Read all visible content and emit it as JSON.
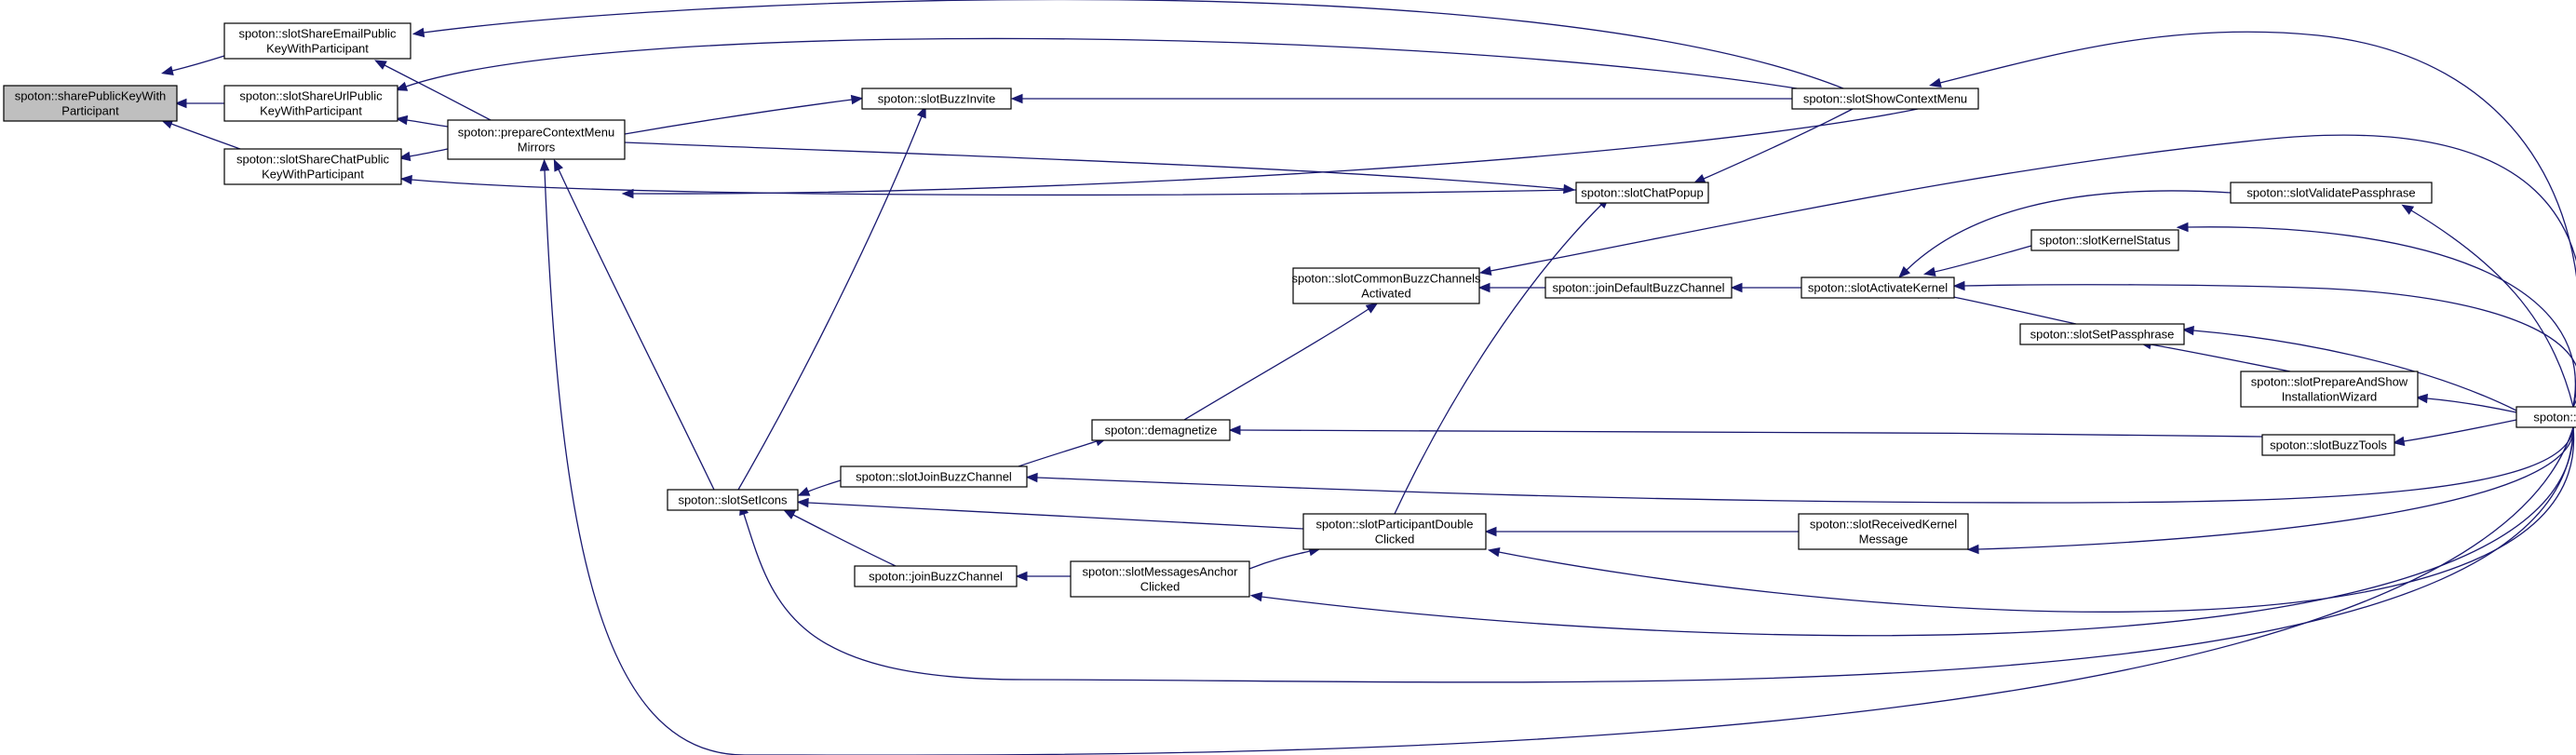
{
  "diagram": {
    "type": "call-graph",
    "colors": {
      "edge": "#191970",
      "node_fill": "#ffffff",
      "highlight_fill": "#bfbfbf",
      "node_border": "#000000"
    },
    "nodes": [
      {
        "id": "sharePublicKeyWithParticipant",
        "lines": [
          "spoton::sharePublicKeyWith",
          "Participant"
        ],
        "highlight": true
      },
      {
        "id": "slotShareEmailPublicKeyWithParticipant",
        "lines": [
          "spoton::slotShareEmailPublic",
          "KeyWithParticipant"
        ]
      },
      {
        "id": "slotShareUrlPublicKeyWithParticipant",
        "lines": [
          "spoton::slotShareUrlPublic",
          "KeyWithParticipant"
        ]
      },
      {
        "id": "slotShareChatPublicKeyWithParticipant",
        "lines": [
          "spoton::slotShareChatPublic",
          "KeyWithParticipant"
        ]
      },
      {
        "id": "prepareContextMenuMirrors",
        "lines": [
          "spoton::prepareContextMenu",
          "Mirrors"
        ]
      },
      {
        "id": "slotBuzzInvite",
        "lines": [
          "spoton::slotBuzzInvite"
        ]
      },
      {
        "id": "slotShowContextMenu",
        "lines": [
          "spoton::slotShowContextMenu"
        ]
      },
      {
        "id": "slotChatPopup",
        "lines": [
          "spoton::slotChatPopup"
        ]
      },
      {
        "id": "slotCommonBuzzChannelsActivated",
        "lines": [
          "spoton::slotCommonBuzzChannels",
          "Activated"
        ]
      },
      {
        "id": "joinDefaultBuzzChannel",
        "lines": [
          "spoton::joinDefaultBuzzChannel"
        ]
      },
      {
        "id": "slotActivateKernel",
        "lines": [
          "spoton::slotActivateKernel"
        ]
      },
      {
        "id": "slotValidatePassphrase",
        "lines": [
          "spoton::slotValidatePassphrase"
        ]
      },
      {
        "id": "slotKernelStatus",
        "lines": [
          "spoton::slotKernelStatus"
        ]
      },
      {
        "id": "slotSetPassphrase",
        "lines": [
          "spoton::slotSetPassphrase"
        ]
      },
      {
        "id": "slotPrepareAndShowInstallationWizard",
        "lines": [
          "spoton::slotPrepareAndShow",
          "InstallationWizard"
        ]
      },
      {
        "id": "demagnetize",
        "lines": [
          "spoton::demagnetize"
        ]
      },
      {
        "id": "slotBuzzTools",
        "lines": [
          "spoton::slotBuzzTools"
        ]
      },
      {
        "id": "spoton",
        "lines": [
          "spoton::spoton"
        ]
      },
      {
        "id": "slotSetIcons",
        "lines": [
          "spoton::slotSetIcons"
        ]
      },
      {
        "id": "slotJoinBuzzChannel",
        "lines": [
          "spoton::slotJoinBuzzChannel"
        ]
      },
      {
        "id": "slotParticipantDoubleClicked",
        "lines": [
          "spoton::slotParticipantDouble",
          "Clicked"
        ]
      },
      {
        "id": "slotReceivedKernelMessage",
        "lines": [
          "spoton::slotReceivedKernel",
          "Message"
        ]
      },
      {
        "id": "joinBuzzChannel",
        "lines": [
          "spoton::joinBuzzChannel"
        ]
      },
      {
        "id": "slotMessagesAnchorClicked",
        "lines": [
          "spoton::slotMessagesAnchor",
          "Clicked"
        ]
      }
    ],
    "edges": [
      {
        "from": "slotShareEmailPublicKeyWithParticipant",
        "to": "sharePublicKeyWithParticipant"
      },
      {
        "from": "slotShareUrlPublicKeyWithParticipant",
        "to": "sharePublicKeyWithParticipant"
      },
      {
        "from": "slotShareChatPublicKeyWithParticipant",
        "to": "sharePublicKeyWithParticipant"
      },
      {
        "from": "prepareContextMenuMirrors",
        "to": "slotShareEmailPublicKeyWithParticipant"
      },
      {
        "from": "slotShowContextMenu",
        "to": "slotShareEmailPublicKeyWithParticipant"
      },
      {
        "from": "prepareContextMenuMirrors",
        "to": "slotShareUrlPublicKeyWithParticipant"
      },
      {
        "from": "slotShowContextMenu",
        "to": "slotShareUrlPublicKeyWithParticipant"
      },
      {
        "from": "prepareContextMenuMirrors",
        "to": "slotShareChatPublicKeyWithParticipant"
      },
      {
        "from": "slotChatPopup",
        "to": "slotShareChatPublicKeyWithParticipant"
      },
      {
        "from": "slotShowContextMenu",
        "to": "slotShareChatPublicKeyWithParticipant"
      },
      {
        "from": "prepareContextMenuMirrors",
        "to": "slotBuzzInvite"
      },
      {
        "from": "prepareContextMenuMirrors",
        "to": "slotChatPopup"
      },
      {
        "from": "slotSetIcons",
        "to": "prepareContextMenuMirrors"
      },
      {
        "from": "spoton",
        "to": "prepareContextMenuMirrors"
      },
      {
        "from": "slotShowContextMenu",
        "to": "slotBuzzInvite"
      },
      {
        "from": "slotSetIcons",
        "to": "slotBuzzInvite"
      },
      {
        "from": "spoton",
        "to": "slotShowContextMenu"
      },
      {
        "from": "slotShowContextMenu",
        "to": "slotChatPopup"
      },
      {
        "from": "slotParticipantDoubleClicked",
        "to": "slotChatPopup"
      },
      {
        "from": "spoton",
        "to": "slotCommonBuzzChannelsActivated"
      },
      {
        "from": "joinDefaultBuzzChannel",
        "to": "slotCommonBuzzChannelsActivated"
      },
      {
        "from": "slotActivateKernel",
        "to": "joinDefaultBuzzChannel"
      },
      {
        "from": "slotValidatePassphrase",
        "to": "slotActivateKernel"
      },
      {
        "from": "slotKernelStatus",
        "to": "slotActivateKernel"
      },
      {
        "from": "slotSetPassphrase",
        "to": "slotActivateKernel"
      },
      {
        "from": "spoton",
        "to": "slotActivateKernel"
      },
      {
        "from": "spoton",
        "to": "slotValidatePassphrase"
      },
      {
        "from": "spoton",
        "to": "slotKernelStatus"
      },
      {
        "from": "slotPrepareAndShowInstallationWizard",
        "to": "slotSetPassphrase"
      },
      {
        "from": "spoton",
        "to": "slotSetPassphrase"
      },
      {
        "from": "spoton",
        "to": "slotPrepareAndShowInstallationWizard"
      },
      {
        "from": "demagnetize",
        "to": "slotCommonBuzzChannelsActivated"
      },
      {
        "from": "slotBuzzTools",
        "to": "demagnetize"
      },
      {
        "from": "slotJoinBuzzChannel",
        "to": "demagnetize"
      },
      {
        "from": "spoton",
        "to": "slotBuzzTools"
      },
      {
        "from": "slotJoinBuzzChannel",
        "to": "slotSetIcons"
      },
      {
        "from": "spoton",
        "to": "slotJoinBuzzChannel"
      },
      {
        "from": "slotParticipantDoubleClicked",
        "to": "slotSetIcons"
      },
      {
        "from": "joinBuzzChannel",
        "to": "slotSetIcons"
      },
      {
        "from": "spoton",
        "to": "slotSetIcons"
      },
      {
        "from": "slotReceivedKernelMessage",
        "to": "slotParticipantDoubleClicked"
      },
      {
        "from": "slotMessagesAnchorClicked",
        "to": "slotParticipantDoubleClicked"
      },
      {
        "from": "spoton",
        "to": "slotParticipantDoubleClicked"
      },
      {
        "from": "spoton",
        "to": "slotReceivedKernelMessage"
      },
      {
        "from": "slotMessagesAnchorClicked",
        "to": "joinBuzzChannel"
      },
      {
        "from": "spoton",
        "to": "slotMessagesAnchorClicked"
      }
    ]
  }
}
